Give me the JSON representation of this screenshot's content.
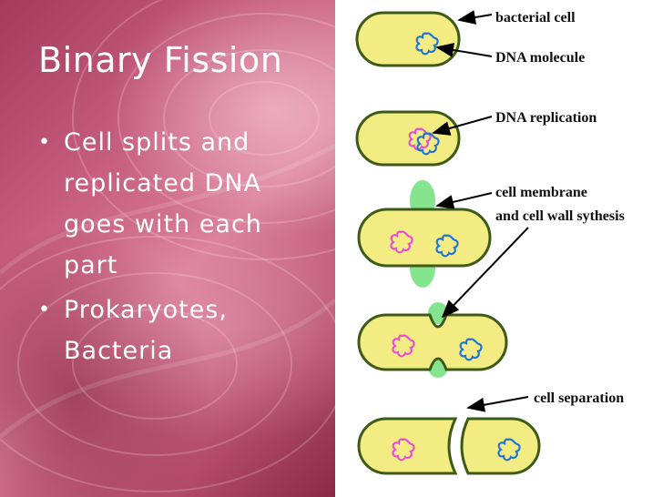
{
  "slide": {
    "title": "Binary Fission",
    "bullets": [
      {
        "mark": "•",
        "text": "Cell splits and replicated DNA goes with each part"
      },
      {
        "mark": "•",
        "text": "Prokaryotes, Bacteria"
      }
    ]
  },
  "diagram": {
    "labels": {
      "bacterial_cell": "bacterial cell",
      "dna_molecule": "DNA molecule",
      "dna_replication": "DNA replication",
      "membrane_line1": "cell membrane",
      "membrane_line2": "and cell wall sythesis",
      "cell_separation": "cell separation"
    },
    "colors": {
      "cytoplasm": "#f3ec82",
      "cell_wall": "#3d5a16",
      "dna_original": "#1f74d6",
      "dna_copy": "#e451d6",
      "membrane_synthesis": "#6ee07a",
      "arrow": "#000000"
    }
  }
}
